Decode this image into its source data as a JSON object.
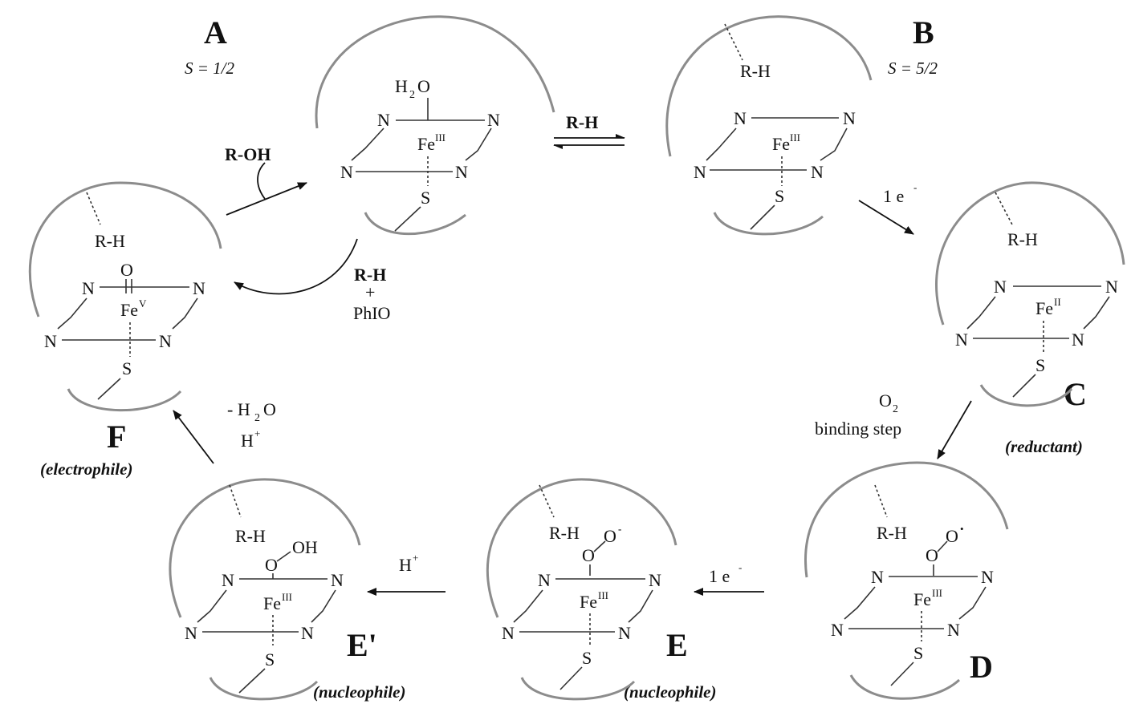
{
  "colors": {
    "ink": "#111111",
    "pocket": "#8c8c8c",
    "bond": "#333333",
    "background": "#ffffff"
  },
  "atoms": {
    "N": "N",
    "S": "S",
    "O": "O",
    "fe": "Fe",
    "ox3": "III",
    "ox2": "II",
    "ox5": "V",
    "h2o_h": "H",
    "h2o_sub": "2",
    "h2o_o": "O",
    "rh": "R-H",
    "ooh": "OH",
    "o_minus": "O",
    "minus": "-",
    "o_rad": "O",
    "rad": "•"
  },
  "species": {
    "A": {
      "letter": "A",
      "spin": "S = 1/2"
    },
    "B": {
      "letter": "B",
      "spin": "S = 5/2"
    },
    "C": {
      "letter": "C",
      "role": "(reductant)"
    },
    "D": {
      "letter": "D"
    },
    "E": {
      "letter": "E",
      "role": "(nucleophile)"
    },
    "Eprime": {
      "letter": "E'",
      "role": "(nucleophile)"
    },
    "F": {
      "letter": "F",
      "role": "(electrophile)"
    }
  },
  "arrows": {
    "ab": {
      "label": "R-H"
    },
    "bc": {
      "label": "1 e",
      "sup": "-"
    },
    "cd": {
      "label_o": "O",
      "label_sub": "2",
      "label2": "binding step"
    },
    "de": {
      "label": "1 e",
      "sup": "-"
    },
    "ee": {
      "label": "H",
      "sup": "+"
    },
    "ef": {
      "label1_pre": "- H",
      "label1_sub": "2",
      "label1_post": "O",
      "label2": "H",
      "label2_sup": "+"
    },
    "fa": {
      "label": "R-OH"
    },
    "shunt": {
      "label1": "R-H",
      "label2": "+",
      "label3": "PhIO"
    }
  }
}
